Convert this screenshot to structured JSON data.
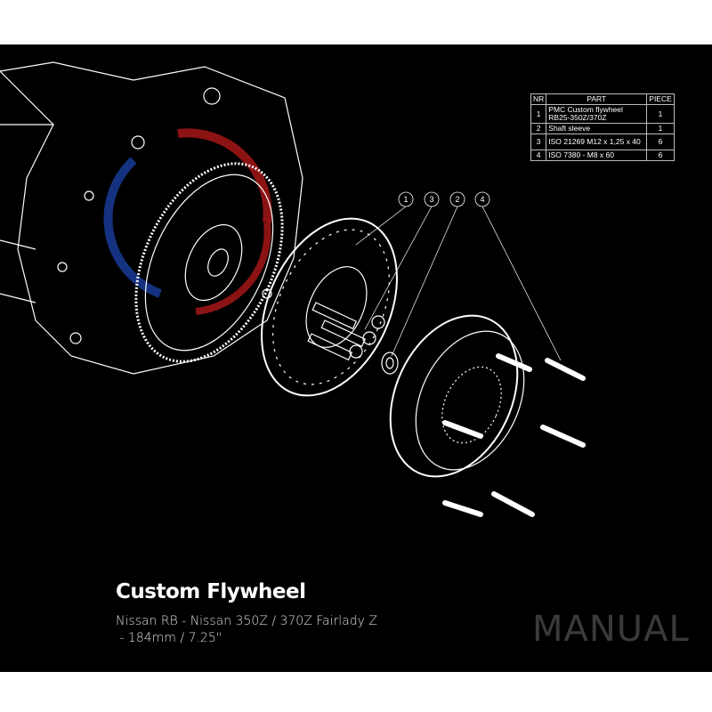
{
  "parts_table": {
    "headers": [
      "NR",
      "PART",
      "PIECE"
    ],
    "rows": [
      {
        "nr": "1",
        "part": "PMC Custom flywheel RB25-350Z/370Z",
        "piece": "1"
      },
      {
        "nr": "2",
        "part": "Shaft sleeve",
        "piece": "1"
      },
      {
        "nr": "3",
        "part": "ISO 21269 M12 x 1,25 x 40",
        "piece": "6"
      },
      {
        "nr": "4",
        "part": "ISO 7380 - M8 x 60",
        "piece": "6"
      }
    ]
  },
  "callouts": [
    "1",
    "3",
    "2",
    "4"
  ],
  "title": "Custom Flywheel",
  "subtitle_line1": "Nissan RB - Nissan 350Z / 370Z Fairlady Z",
  "subtitle_line2": " - 184mm / 7.25\"",
  "manual_label": "MANUAL",
  "colors": {
    "background": "#000000",
    "line": "#ffffff",
    "logo_red": "#b01818",
    "logo_blue": "#1a3fa0",
    "manual_text": "#3a3a3a"
  }
}
